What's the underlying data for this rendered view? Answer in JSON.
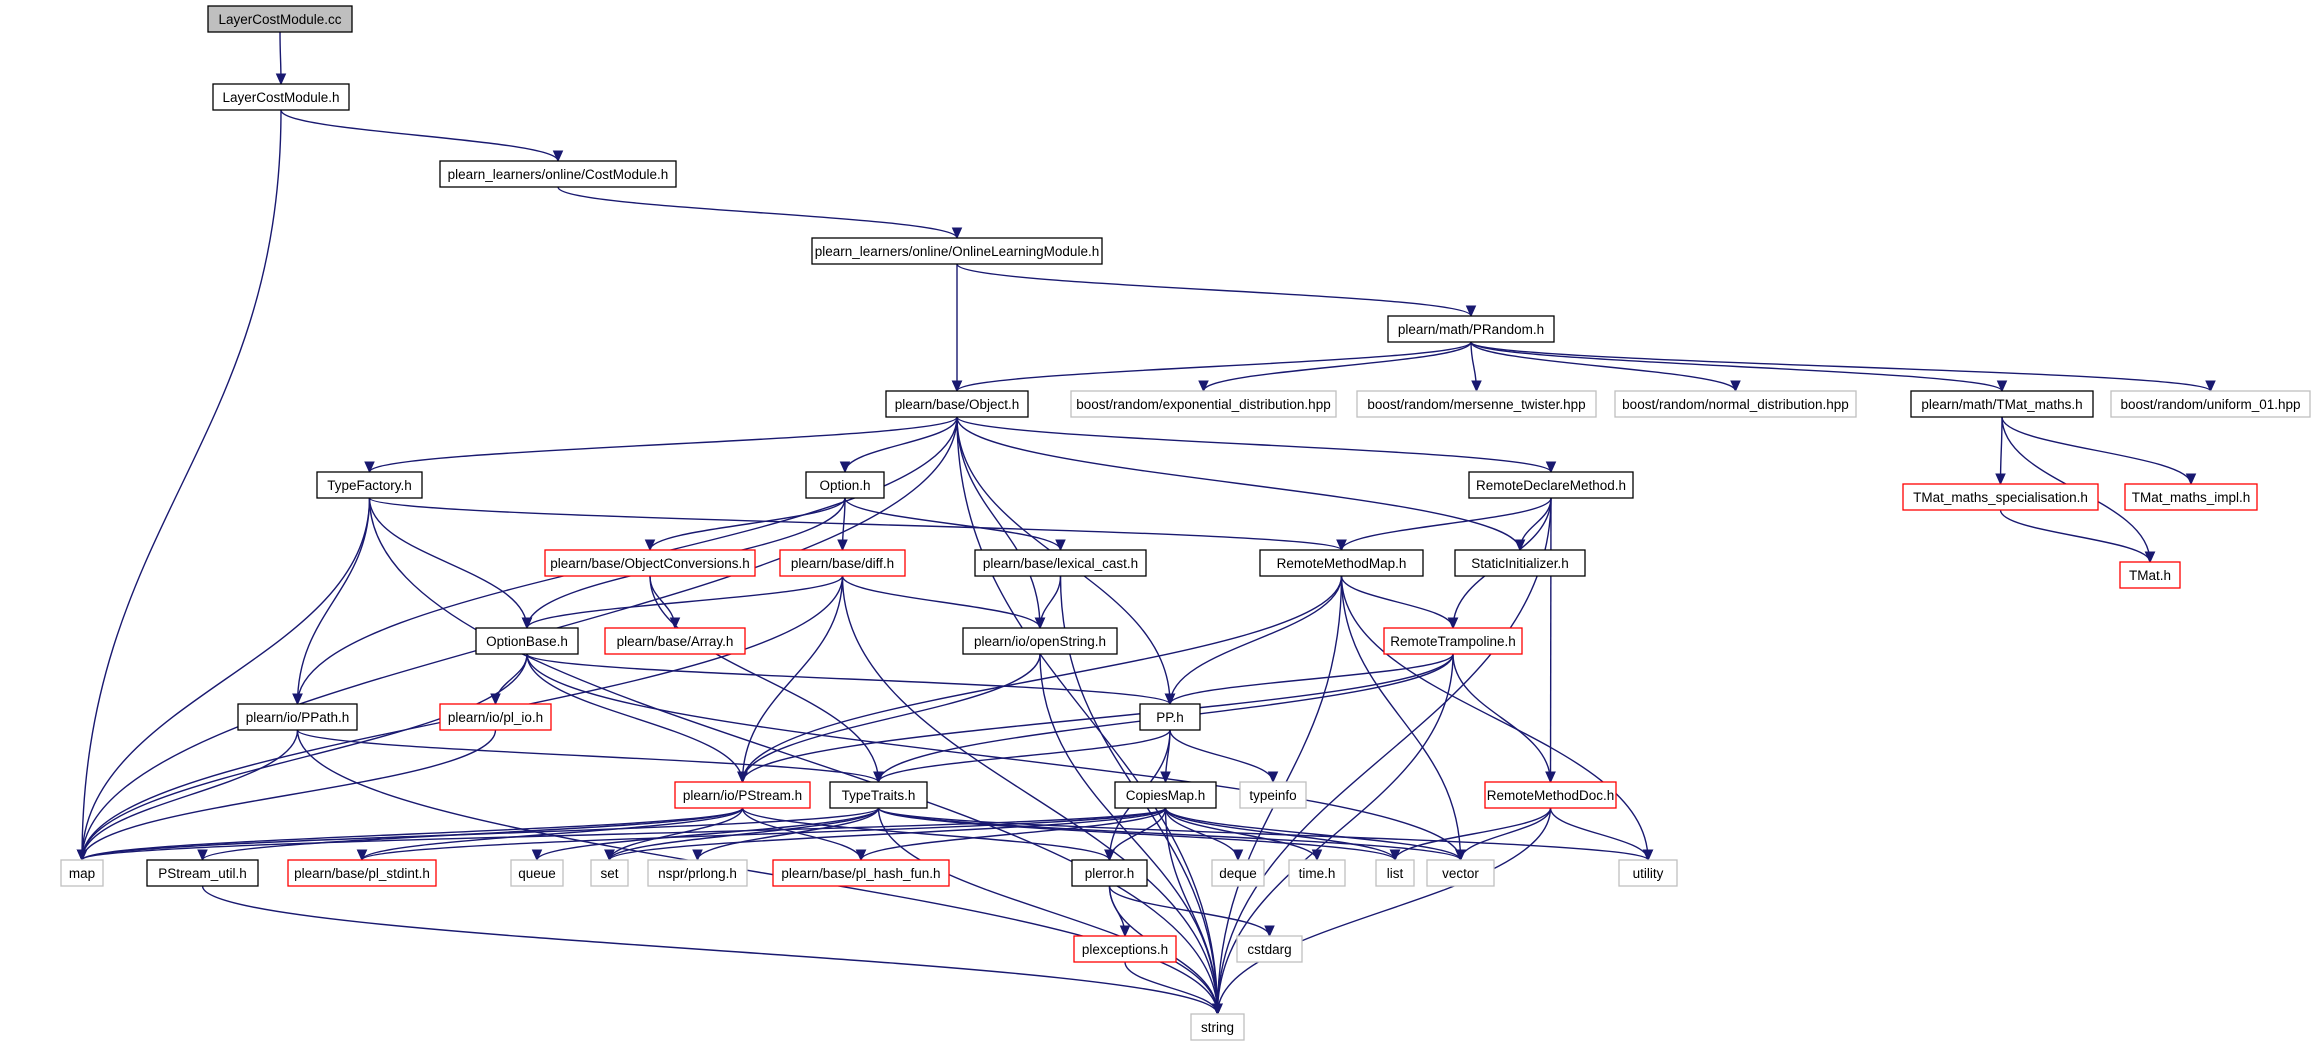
{
  "colors": {
    "edge": "#191970",
    "border_normal": "#000000",
    "border_truncated": "#ff0000",
    "border_external": "#bfbfbf",
    "fill_root": "#bfbfbf",
    "fill_default": "#ffffff"
  },
  "nodes": [
    {
      "id": "n0",
      "label": "LayerCostModule.cc",
      "kind": "root"
    },
    {
      "id": "n1",
      "label": "LayerCostModule.h",
      "kind": "normal"
    },
    {
      "id": "n2",
      "label": "plearn_learners/online/CostModule.h",
      "kind": "normal"
    },
    {
      "id": "n3",
      "label": "plearn_learners/online/OnlineLearningModule.h",
      "kind": "normal"
    },
    {
      "id": "n4",
      "label": "plearn/math/PRandom.h",
      "kind": "normal"
    },
    {
      "id": "n5",
      "label": "plearn/base/Object.h",
      "kind": "normal"
    },
    {
      "id": "n6",
      "label": "boost/random/exponential_distribution.hpp",
      "kind": "external"
    },
    {
      "id": "n7",
      "label": "boost/random/mersenne_twister.hpp",
      "kind": "external"
    },
    {
      "id": "n8",
      "label": "boost/random/normal_distribution.hpp",
      "kind": "external"
    },
    {
      "id": "n9",
      "label": "plearn/math/TMat_maths.h",
      "kind": "normal"
    },
    {
      "id": "n10",
      "label": "boost/random/uniform_01.hpp",
      "kind": "external"
    },
    {
      "id": "n11",
      "label": "TypeFactory.h",
      "kind": "normal"
    },
    {
      "id": "n12",
      "label": "Option.h",
      "kind": "normal"
    },
    {
      "id": "n13",
      "label": "RemoteDeclareMethod.h",
      "kind": "normal"
    },
    {
      "id": "n14",
      "label": "TMat_maths_specialisation.h",
      "kind": "truncated"
    },
    {
      "id": "n15",
      "label": "TMat_maths_impl.h",
      "kind": "truncated"
    },
    {
      "id": "n16",
      "label": "plearn/base/ObjectConversions.h",
      "kind": "truncated"
    },
    {
      "id": "n17",
      "label": "plearn/base/diff.h",
      "kind": "truncated"
    },
    {
      "id": "n18",
      "label": "plearn/base/lexical_cast.h",
      "kind": "normal"
    },
    {
      "id": "n19",
      "label": "RemoteMethodMap.h",
      "kind": "normal"
    },
    {
      "id": "n20",
      "label": "StaticInitializer.h",
      "kind": "normal"
    },
    {
      "id": "n21",
      "label": "TMat.h",
      "kind": "truncated"
    },
    {
      "id": "n22",
      "label": "plearn/base/Array.h",
      "kind": "truncated"
    },
    {
      "id": "n23",
      "label": "OptionBase.h",
      "kind": "normal"
    },
    {
      "id": "n24",
      "label": "plearn/io/openString.h",
      "kind": "normal"
    },
    {
      "id": "n25",
      "label": "RemoteTrampoline.h",
      "kind": "truncated"
    },
    {
      "id": "n26",
      "label": "plearn/io/PPath.h",
      "kind": "normal"
    },
    {
      "id": "n27",
      "label": "plearn/io/pl_io.h",
      "kind": "truncated"
    },
    {
      "id": "n28",
      "label": "PP.h",
      "kind": "normal"
    },
    {
      "id": "n29",
      "label": "plearn/io/PStream.h",
      "kind": "truncated"
    },
    {
      "id": "n30",
      "label": "TypeTraits.h",
      "kind": "normal"
    },
    {
      "id": "n31",
      "label": "typeinfo",
      "kind": "external"
    },
    {
      "id": "n32",
      "label": "CopiesMap.h",
      "kind": "normal"
    },
    {
      "id": "n33",
      "label": "RemoteMethodDoc.h",
      "kind": "truncated"
    },
    {
      "id": "n34",
      "label": "map",
      "kind": "external"
    },
    {
      "id": "n35",
      "label": "PStream_util.h",
      "kind": "normal"
    },
    {
      "id": "n36",
      "label": "plearn/base/pl_stdint.h",
      "kind": "truncated"
    },
    {
      "id": "n37",
      "label": "queue",
      "kind": "external"
    },
    {
      "id": "n38",
      "label": "set",
      "kind": "external"
    },
    {
      "id": "n39",
      "label": "nspr/prlong.h",
      "kind": "external"
    },
    {
      "id": "n40",
      "label": "plearn/base/pl_hash_fun.h",
      "kind": "truncated"
    },
    {
      "id": "n41",
      "label": "plerror.h",
      "kind": "normal"
    },
    {
      "id": "n42",
      "label": "deque",
      "kind": "external"
    },
    {
      "id": "n43",
      "label": "time.h",
      "kind": "external"
    },
    {
      "id": "n44",
      "label": "list",
      "kind": "external"
    },
    {
      "id": "n45",
      "label": "vector",
      "kind": "external"
    },
    {
      "id": "n46",
      "label": "utility",
      "kind": "external"
    },
    {
      "id": "n47",
      "label": "cstdarg",
      "kind": "external"
    },
    {
      "id": "n48",
      "label": "plexceptions.h",
      "kind": "truncated"
    },
    {
      "id": "n49",
      "label": "string",
      "kind": "external"
    }
  ],
  "edges": [
    [
      "n0",
      "n1"
    ],
    [
      "n1",
      "n2"
    ],
    [
      "n1",
      "n34"
    ],
    [
      "n2",
      "n3"
    ],
    [
      "n3",
      "n4"
    ],
    [
      "n3",
      "n5"
    ],
    [
      "n4",
      "n5"
    ],
    [
      "n4",
      "n6"
    ],
    [
      "n4",
      "n7"
    ],
    [
      "n4",
      "n8"
    ],
    [
      "n4",
      "n9"
    ],
    [
      "n4",
      "n10"
    ],
    [
      "n5",
      "n11"
    ],
    [
      "n5",
      "n12"
    ],
    [
      "n5",
      "n13"
    ],
    [
      "n5",
      "n20"
    ],
    [
      "n5",
      "n24"
    ],
    [
      "n5",
      "n26"
    ],
    [
      "n5",
      "n28"
    ],
    [
      "n5",
      "n34"
    ],
    [
      "n5",
      "n49"
    ],
    [
      "n9",
      "n14"
    ],
    [
      "n9",
      "n15"
    ],
    [
      "n9",
      "n21"
    ],
    [
      "n14",
      "n21"
    ],
    [
      "n11",
      "n19"
    ],
    [
      "n11",
      "n23"
    ],
    [
      "n11",
      "n26"
    ],
    [
      "n11",
      "n34"
    ],
    [
      "n11",
      "n49"
    ],
    [
      "n12",
      "n16"
    ],
    [
      "n12",
      "n17"
    ],
    [
      "n12",
      "n18"
    ],
    [
      "n12",
      "n23"
    ],
    [
      "n13",
      "n19"
    ],
    [
      "n13",
      "n20"
    ],
    [
      "n13",
      "n25"
    ],
    [
      "n13",
      "n33"
    ],
    [
      "n13",
      "n49"
    ],
    [
      "n16",
      "n22"
    ],
    [
      "n16",
      "n30"
    ],
    [
      "n17",
      "n23"
    ],
    [
      "n17",
      "n24"
    ],
    [
      "n17",
      "n29"
    ],
    [
      "n17",
      "n34"
    ],
    [
      "n17",
      "n49"
    ],
    [
      "n18",
      "n24"
    ],
    [
      "n18",
      "n49"
    ],
    [
      "n19",
      "n25"
    ],
    [
      "n19",
      "n28"
    ],
    [
      "n19",
      "n29"
    ],
    [
      "n19",
      "n45"
    ],
    [
      "n19",
      "n46"
    ],
    [
      "n19",
      "n49"
    ],
    [
      "n23",
      "n27"
    ],
    [
      "n23",
      "n28"
    ],
    [
      "n23",
      "n29"
    ],
    [
      "n23",
      "n34"
    ],
    [
      "n23",
      "n45"
    ],
    [
      "n24",
      "n29"
    ],
    [
      "n24",
      "n49"
    ],
    [
      "n25",
      "n28"
    ],
    [
      "n25",
      "n29"
    ],
    [
      "n25",
      "n30"
    ],
    [
      "n25",
      "n33"
    ],
    [
      "n25",
      "n49"
    ],
    [
      "n26",
      "n30"
    ],
    [
      "n26",
      "n34"
    ],
    [
      "n26",
      "n49"
    ],
    [
      "n27",
      "n34"
    ],
    [
      "n28",
      "n30"
    ],
    [
      "n28",
      "n31"
    ],
    [
      "n28",
      "n32"
    ],
    [
      "n28",
      "n41"
    ],
    [
      "n29",
      "n34"
    ],
    [
      "n29",
      "n35"
    ],
    [
      "n29",
      "n36"
    ],
    [
      "n29",
      "n38"
    ],
    [
      "n29",
      "n40"
    ],
    [
      "n29",
      "n41"
    ],
    [
      "n30",
      "n34"
    ],
    [
      "n30",
      "n37"
    ],
    [
      "n30",
      "n38"
    ],
    [
      "n30",
      "n39"
    ],
    [
      "n30",
      "n44"
    ],
    [
      "n30",
      "n45"
    ],
    [
      "n30",
      "n46"
    ],
    [
      "n30",
      "n49"
    ],
    [
      "n32",
      "n34"
    ],
    [
      "n32",
      "n36"
    ],
    [
      "n32",
      "n38"
    ],
    [
      "n32",
      "n40"
    ],
    [
      "n32",
      "n41"
    ],
    [
      "n32",
      "n42"
    ],
    [
      "n32",
      "n43"
    ],
    [
      "n32",
      "n44"
    ],
    [
      "n32",
      "n45"
    ],
    [
      "n32",
      "n49"
    ],
    [
      "n33",
      "n44"
    ],
    [
      "n33",
      "n45"
    ],
    [
      "n33",
      "n46"
    ],
    [
      "n33",
      "n49"
    ],
    [
      "n35",
      "n49"
    ],
    [
      "n41",
      "n47"
    ],
    [
      "n41",
      "n48"
    ],
    [
      "n41",
      "n49"
    ],
    [
      "n48",
      "n49"
    ]
  ]
}
